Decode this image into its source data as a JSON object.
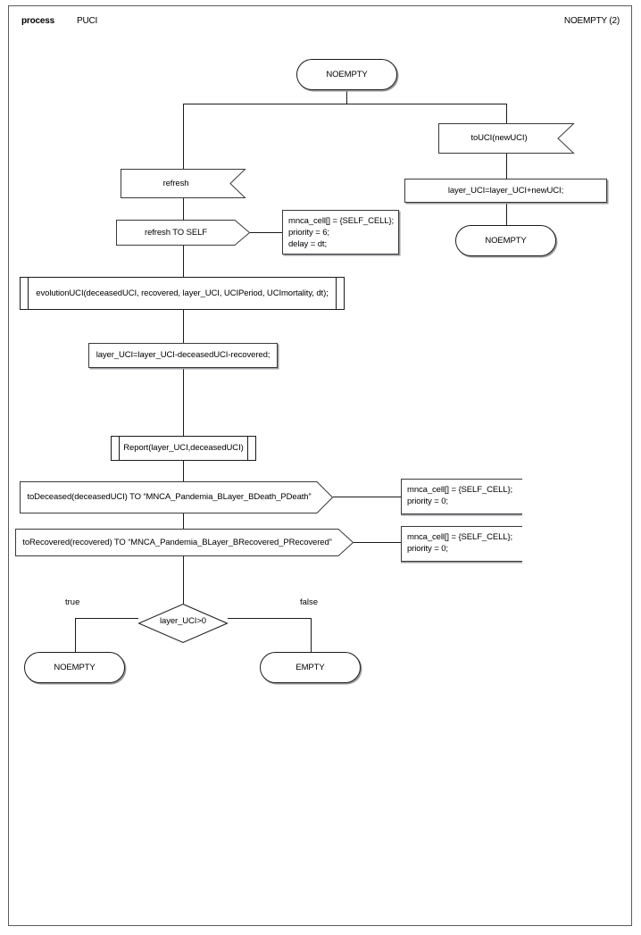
{
  "page": {
    "header_kind": "process",
    "process_name": "PUCI",
    "page_state": "NOEMPTY (2)"
  },
  "diagram": {
    "type": "sdl-process-flowchart",
    "start_state": "NOEMPTY",
    "nodes": {
      "state_start": "NOEMPTY",
      "input_refresh": "refresh",
      "output_refresh_self": "refresh TO SELF",
      "comment_refresh": "mnca_cell[] = {SELF_CELL};\npriority = 6;\ndelay = dt;",
      "proc_evolution": "evolutionUCI(deceasedUCI, recovered, layer_UCI, UCIPeriod, UCImortality, dt);",
      "task_layer_update": "layer_UCI=layer_UCI-deceasedUCI-recovered;",
      "proc_report": "Report(layer_UCI,deceasedUCI)",
      "output_deceased": "toDeceased(deceasedUCI) TO “MNCA_Pandemia_BLayer_BDeath_PDeath”",
      "comment_deceased": "mnca_cell[] = {SELF_CELL};\npriority = 0;",
      "output_recovered": "toRecovered(recovered) TO “MNCA_Pandemia_BLayer_BRecovered_PRecovered”",
      "comment_recovered": "mnca_cell[] = {SELF_CELL};\npriority = 0;",
      "decision_layer": "layer_UCI>0",
      "branch_true_label": "true",
      "branch_false_label": "false",
      "state_true": "NOEMPTY",
      "state_false": "EMPTY",
      "input_touci": "toUCI(newUCI)",
      "task_add_uci": "layer_UCI=layer_UCI+newUCI;",
      "state_right_end": "NOEMPTY"
    }
  },
  "colors": {
    "line": "#1a1a1a",
    "shadow": "#9a9a9f",
    "frame": "#5a5a5f",
    "background": "#ffffff"
  }
}
